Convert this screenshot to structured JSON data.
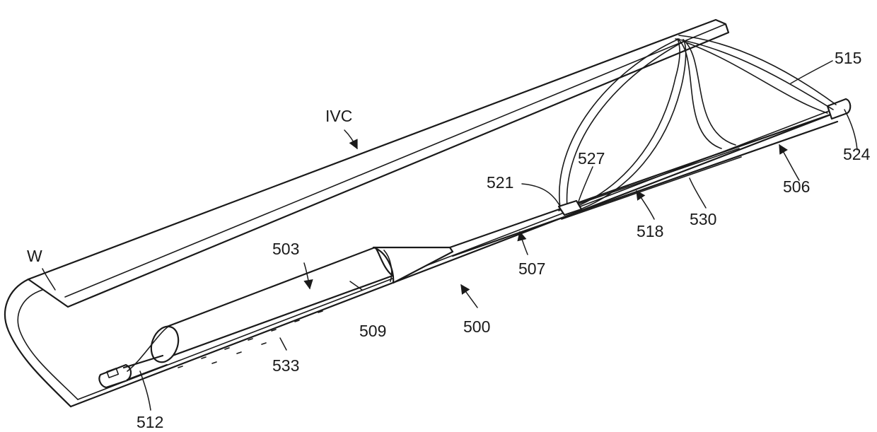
{
  "labels": {
    "ivc": "IVC",
    "w": "W",
    "n503": "503",
    "n509": "509",
    "n500": "500",
    "n533": "533",
    "n512": "512",
    "n507": "507",
    "n521": "521",
    "n527": "527",
    "n518": "518",
    "n530": "530",
    "n506": "506",
    "n515": "515",
    "n524": "524"
  }
}
